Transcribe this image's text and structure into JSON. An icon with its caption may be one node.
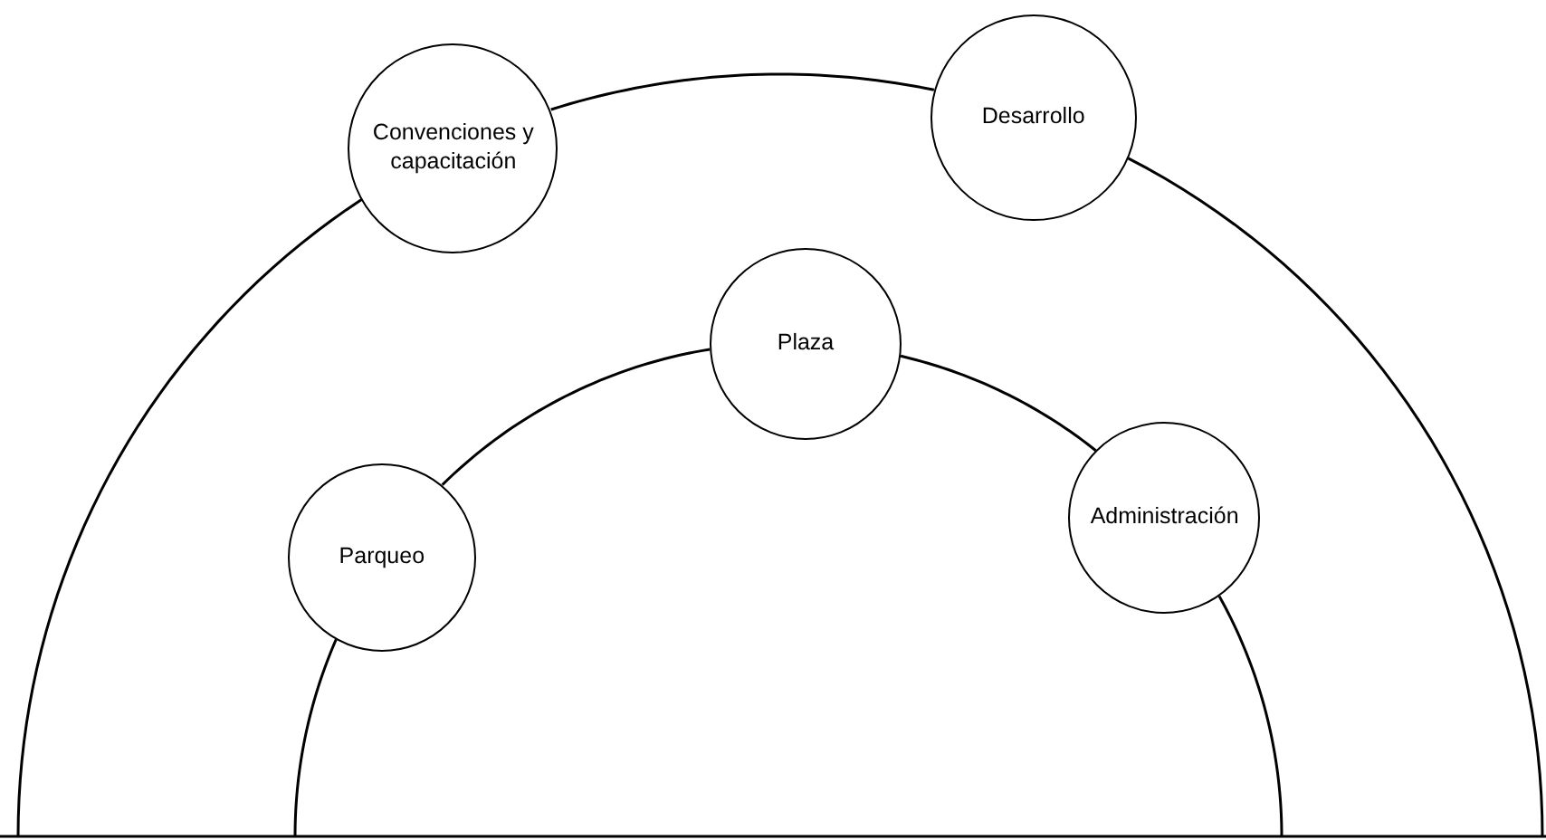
{
  "diagram": {
    "nodes": [
      {
        "text": [
          "Convenciones y capacitación"
        ]
      },
      {
        "text": [
          "Desarrollo"
        ]
      },
      {
        "text": [
          "Plaza"
        ]
      },
      {
        "text": [
          "Parqueo"
        ]
      },
      {
        "text": [
          "Administración"
        ]
      }
    ],
    "edges": [
      {
        "from": null,
        "to": 0,
        "arrow": "none"
      },
      {
        "from": 0,
        "to": 1,
        "arrow": "none"
      },
      {
        "from": 1,
        "to": null,
        "arrow": "none"
      },
      {
        "from": null,
        "to": 3,
        "arrow": "none"
      },
      {
        "from": 3,
        "to": 2,
        "arrow": "none"
      },
      {
        "from": 2,
        "to": 4,
        "arrow": "none"
      },
      {
        "from": 4,
        "to": null,
        "arrow": "none"
      }
    ]
  }
}
